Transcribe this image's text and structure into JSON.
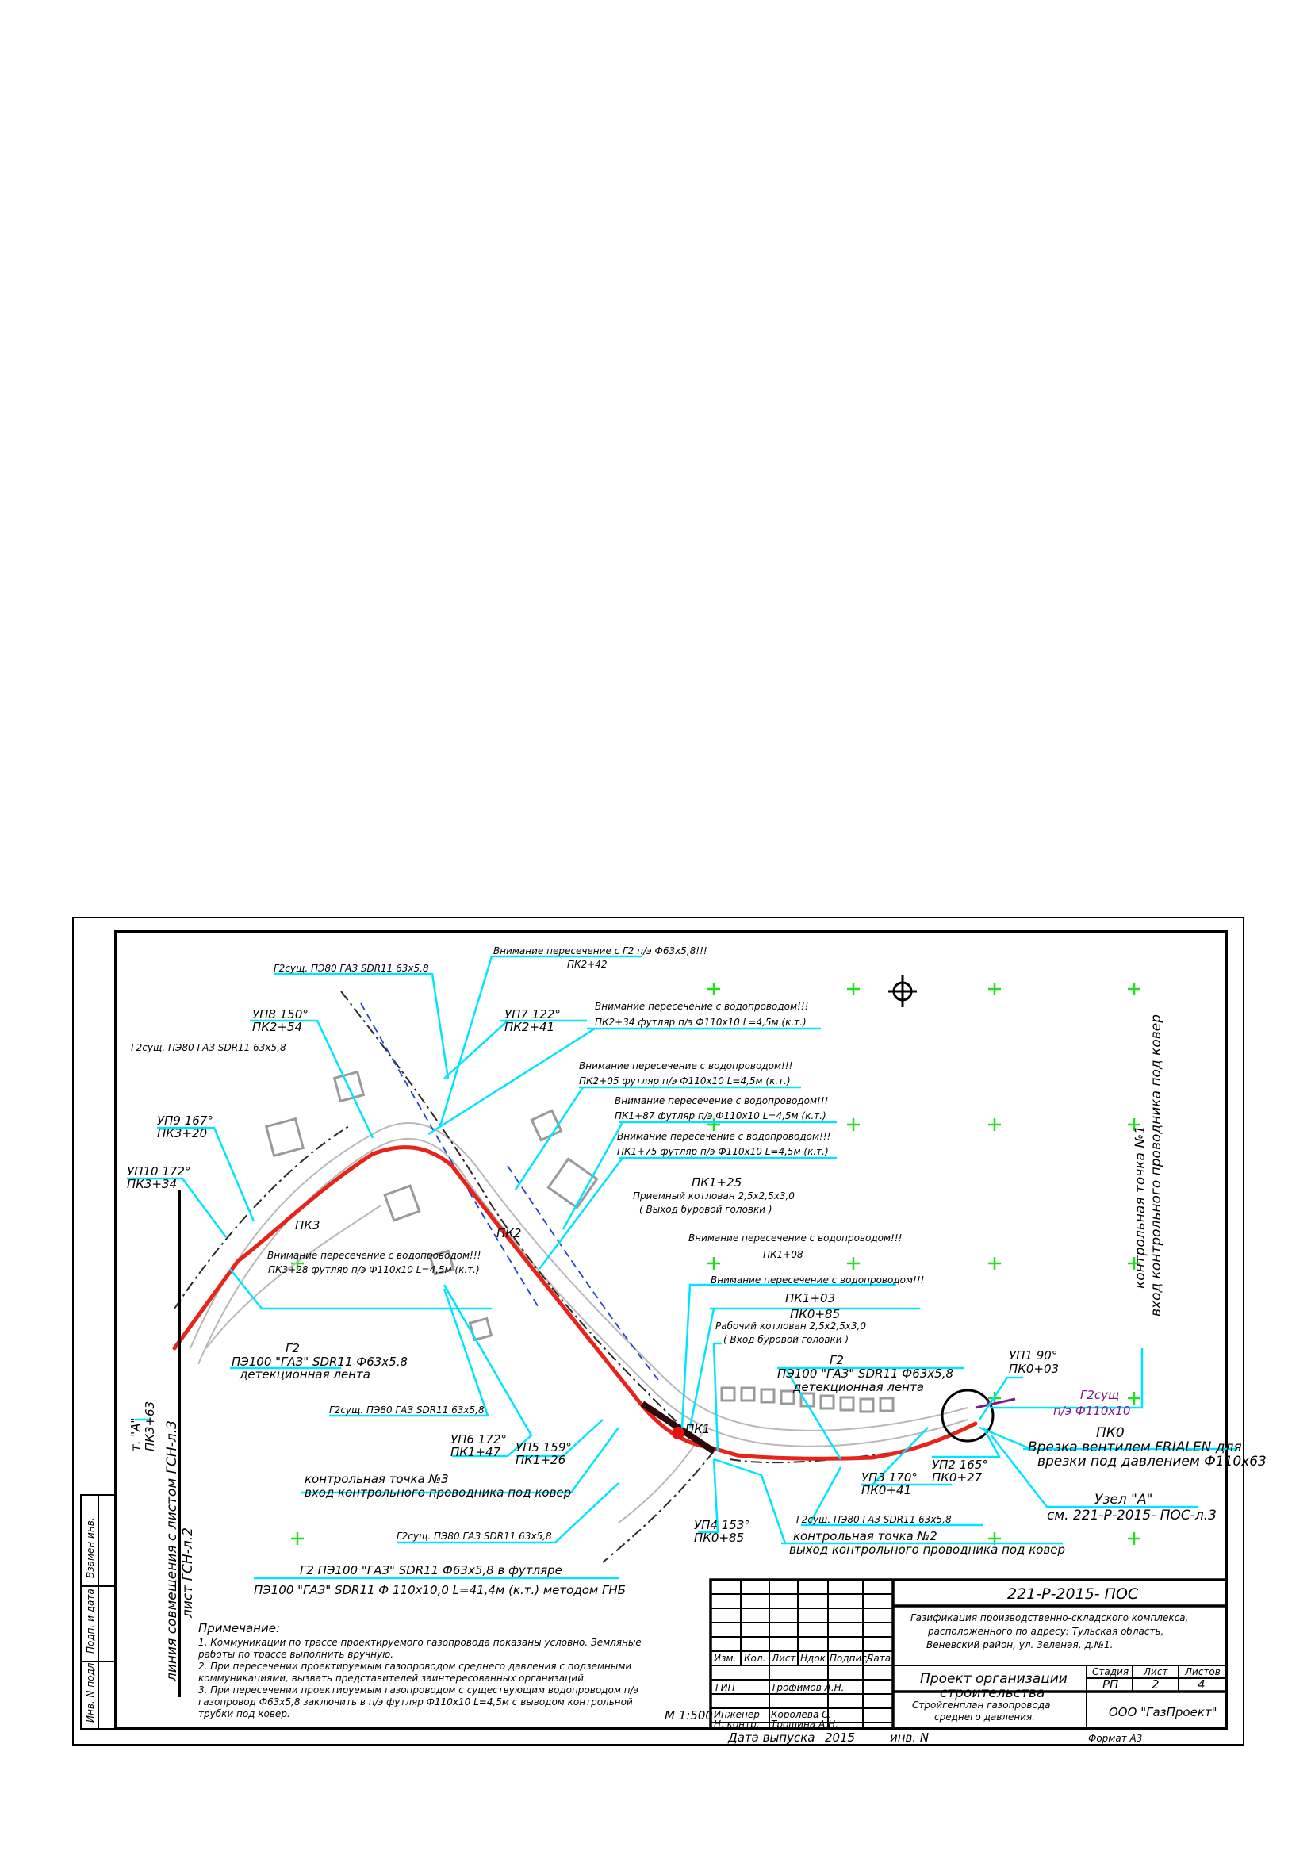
{
  "drawing": {
    "callouts": {
      "g2_exist_top": "Г2сущ. ПЭ80 ГАЗ SDR11 63х5,8",
      "warn_g2_pipe": "Внимание пересечение с Г2 п/э Ф63х5,8!!!",
      "pk2_42": "ПК2+42",
      "up8": "УП8 150°",
      "pk2_54": "ПК2+54",
      "up7": "УП7 122°",
      "pk2_41": "ПК2+41",
      "warn_water1": "Внимание пересечение с водопроводом!!!",
      "case1": "ПК2+34 футляр п/э Ф110х10 L=4,5м (к.т.)",
      "g2_exist_left": "Г2сущ. ПЭ80 ГАЗ SDR11 63х5,8",
      "warn_water2": "Внимание пересечение с водопроводом!!!",
      "case2": "ПК2+05 футляр п/э Ф110х10 L=4,5м (к.т.)",
      "up9": "УП9 167°",
      "pk3_20": "ПК3+20",
      "warn_water3": "Внимание пересечение с водопроводом!!!",
      "case3": "ПК1+87 футляр п/э Ф110х10 L=4,5м (к.т.)",
      "warn_water4": "Внимание пересечение с водопроводом!!!",
      "case4": "ПК1+75 футляр п/э Ф110х10 L=4,5м (к.т.)",
      "up10": "УП10 172°",
      "pk3_34": "ПК3+34",
      "pk1_25": "ПК1+25",
      "pit_receive": "Приемный котлован 2,5х2,5х3,0",
      "drill_exit": "( Выход буровой головки )",
      "pk3": "ПК3",
      "pk2": "ПК2",
      "warn_water5": "Внимание пересечение с водопроводом!!!",
      "pk1_08": "ПК1+08",
      "warn_water6": "Внимание пересечение с водопроводом!!!",
      "case5": "ПК3+28 футляр п/э Ф110х10 L=4,5м (к.т.)",
      "pk1_03": "ПК1+03",
      "pk0_85_top": "ПК0+85",
      "pit_work": "Рабочий котлован 2,5х2,5х3,0",
      "drill_entry": "( Вход буровой головки )",
      "g2_left": "Г2",
      "pe100_left": "ПЭ100 \"ГАЗ\" SDR11 Ф63х5,8",
      "tape_left": "детекционная лента",
      "g2_right": "Г2",
      "pe100_right": "ПЭ100 \"ГАЗ\" SDR11 Ф63х5,8",
      "tape_right": "детекционная лента",
      "up1": "УП1 90°",
      "pk0_03": "ПК0+03",
      "g2_exist_mid": "Г2сущ. ПЭ80 ГАЗ SDR11 63х5,8",
      "g2_exist_label": "Г2сущ",
      "g2_exist_pipe": "п/э Ф110х10",
      "up6": "УП6 172°",
      "pk1_47": "ПК1+47",
      "up5": "УП5 159°",
      "pk1_26": "ПК1+26",
      "pk1": "ПК1",
      "pk0": "ПК0",
      "tap_1": "Врезка вентилем FRIALEN для",
      "tap_2": "врезки под давлением Ф110х63",
      "point_a": "т. \"А\"",
      "pk3_63": "ПК3+63",
      "cp3_title": "контрольная точка №3",
      "cp3_desc": "вход контрольного проводника под ковер",
      "up3": "УП3 170°",
      "pk0_41": "ПК0+41",
      "up2": "УП2 165°",
      "pk0_27": "ПК0+27",
      "node_a": "Узел \"А\"",
      "node_a_ref": "см. 221-Р-2015- ПОС-л.3",
      "up4": "УП4 153°",
      "pk0_85_bot": "ПК0+85",
      "g2_exist_bot1": "Г2сущ. ПЭ80 ГАЗ SDR11 63х5,8",
      "g2_exist_bot2": "Г2сущ. ПЭ80 ГАЗ SDR11 63х5,8",
      "cp2_title": "контрольная точка №2",
      "cp2_desc": "выход контрольного проводника под ковер",
      "case_pipe_1": "Г2 ПЭ100 \"ГАЗ\" SDR11 Ф63х5,8 в футляре",
      "case_pipe_2": "ПЭ100 \"ГАЗ\" SDR11 Ф 110х10,0 L=41,4м (к.т.) методом ГНБ",
      "cp1_title": "контрольная точка №1",
      "cp1_desc": "вход контрольного проводника под ковер",
      "match_line_1": "линия совмещения с листом ГСН-л.3",
      "match_line_2": "лист ГСН-л.2"
    },
    "notes": {
      "heading": "Примечание:",
      "line1": "1. Коммуникации по трассе проектируемого газопровода показаны условно. Земляные",
      "line2": "работы по трассе выполнить вручную.",
      "line3": "2. При пересечении проектируемым газопроводом среднего давления с подземными",
      "line4": "коммуникациями, вызвать представителей заинтересованных организаций.",
      "line5": "3. При пересечении проектируемым газопроводом с существующим водопроводом п/э",
      "line6": "газопровод Ф63х5,8 заключить в п/э футляр Ф110х10 L=4,5м с выводом контрольной",
      "line7": "трубки под ковер.",
      "scale": "М 1:500"
    },
    "side_stamp": {
      "inv_no": "Инв. N подл.",
      "sign_date": "Подп. и дата",
      "replace": "Взамен инв."
    },
    "title_block": {
      "doc_code": "221-Р-2015- ПОС",
      "object_1": "Газификация производственно-складского комплекса,",
      "object_2": "расположенного по адресу: Тульская область,",
      "object_3": "Веневский район, ул. Зеленая, д.№1.",
      "col_izm": "Изм.",
      "col_kol": "Кол.",
      "col_list": "Лист",
      "col_ndok": "Ндок",
      "col_podpis": "Подпись",
      "col_data": "Дата",
      "section_1": "Проект организации",
      "section_2": "строительства",
      "stage_h": "Стадия",
      "sheet_h": "Лист",
      "sheets_h": "Листов",
      "stage": "РП",
      "sheet": "2",
      "sheets": "4",
      "role_gip": "ГИП",
      "name_gip": "Трофимов А.Н.",
      "role_eng": "Инженер",
      "name_eng": "Королева С.",
      "role_nk": "Н. контр.",
      "name_nk": "Трошина А.Н.",
      "sheet_title_1": "Стройгенплан газопровода",
      "sheet_title_2": "среднего давления.",
      "company": "ООО \"ГазПроект\"",
      "issue_label": "Дата выпуска",
      "issue_year": "2015",
      "inv_label": "инв. N",
      "format": "Формат А3"
    }
  }
}
